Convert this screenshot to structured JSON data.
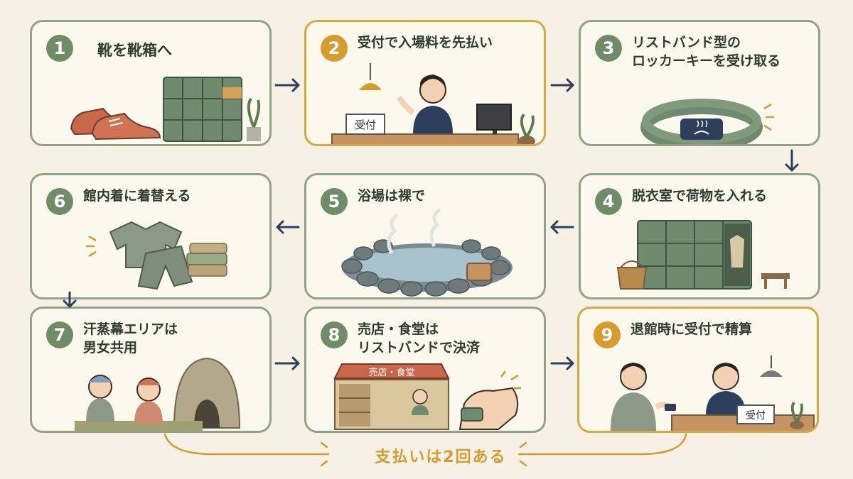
{
  "steps": [
    {
      "n": "1",
      "lines": [
        "靴を靴箱へ"
      ]
    },
    {
      "n": "2",
      "lines": [
        "受付で入場料を先払い"
      ],
      "sign": "受付"
    },
    {
      "n": "3",
      "lines": [
        "リストバンド型の",
        "ロッカーキーを受け取る"
      ]
    },
    {
      "n": "4",
      "lines": [
        "脱衣室で荷物を入れる"
      ]
    },
    {
      "n": "5",
      "lines": [
        "浴場は裸で"
      ]
    },
    {
      "n": "6",
      "lines": [
        "館内着に着替える"
      ]
    },
    {
      "n": "7",
      "lines": [
        "汗蒸幕エリアは",
        "男女共用"
      ]
    },
    {
      "n": "8",
      "lines": [
        "売店・食堂は",
        "リストバンドで決済"
      ],
      "sign": "売店・食堂"
    },
    {
      "n": "9",
      "lines": [
        "退館時に受付で精算"
      ],
      "sign": "受付"
    }
  ],
  "payment_note": "支払いは2回ある",
  "colors": {
    "green": "#6f8c66",
    "gold": "#d59b2c",
    "navy": "#2c3e5c",
    "bg": "#f6f1e4"
  },
  "icons": [
    "shoe-icon",
    "reception-icon",
    "wristband-icon",
    "locker-icon",
    "hot-spring-icon",
    "clothes-icon",
    "sauna-dome-icon",
    "shop-stall-icon",
    "checkout-icon"
  ]
}
